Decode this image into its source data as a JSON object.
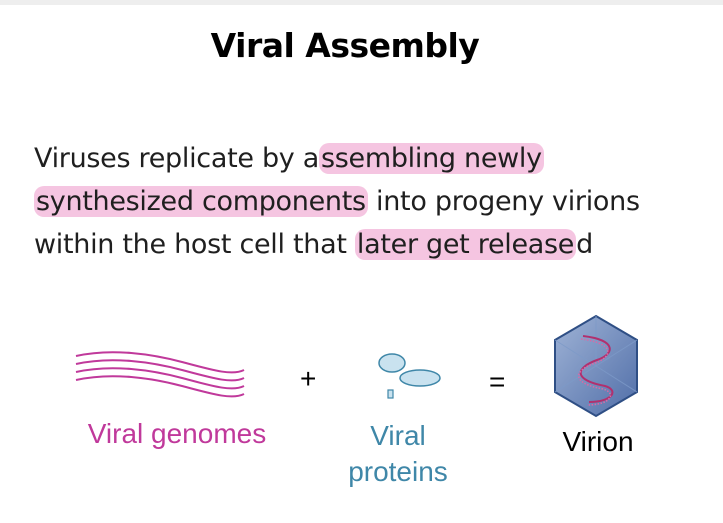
{
  "slide": {
    "title": "Viral Assembly",
    "paragraph": {
      "line1": {
        "pre": "Viruses replicate by a",
        "hl": "ssembling newly",
        "post": ""
      },
      "line2": {
        "pre": "",
        "hl": "synthesized components",
        "post": " into progeny virions"
      },
      "line3": {
        "pre": "within the host cell that ",
        "hl": "later get release",
        "post": "d"
      }
    },
    "highlight_color": "#ec96c8"
  },
  "equation": {
    "genomes_label": "Viral genomes",
    "genomes_color": "#c0399b",
    "plus": "+",
    "proteins_label_1": "Viral",
    "proteins_label_2": "proteins",
    "proteins_color": "#3f87a8",
    "equals": "=",
    "virion_label": "Virion",
    "virion_color": "#000000"
  }
}
